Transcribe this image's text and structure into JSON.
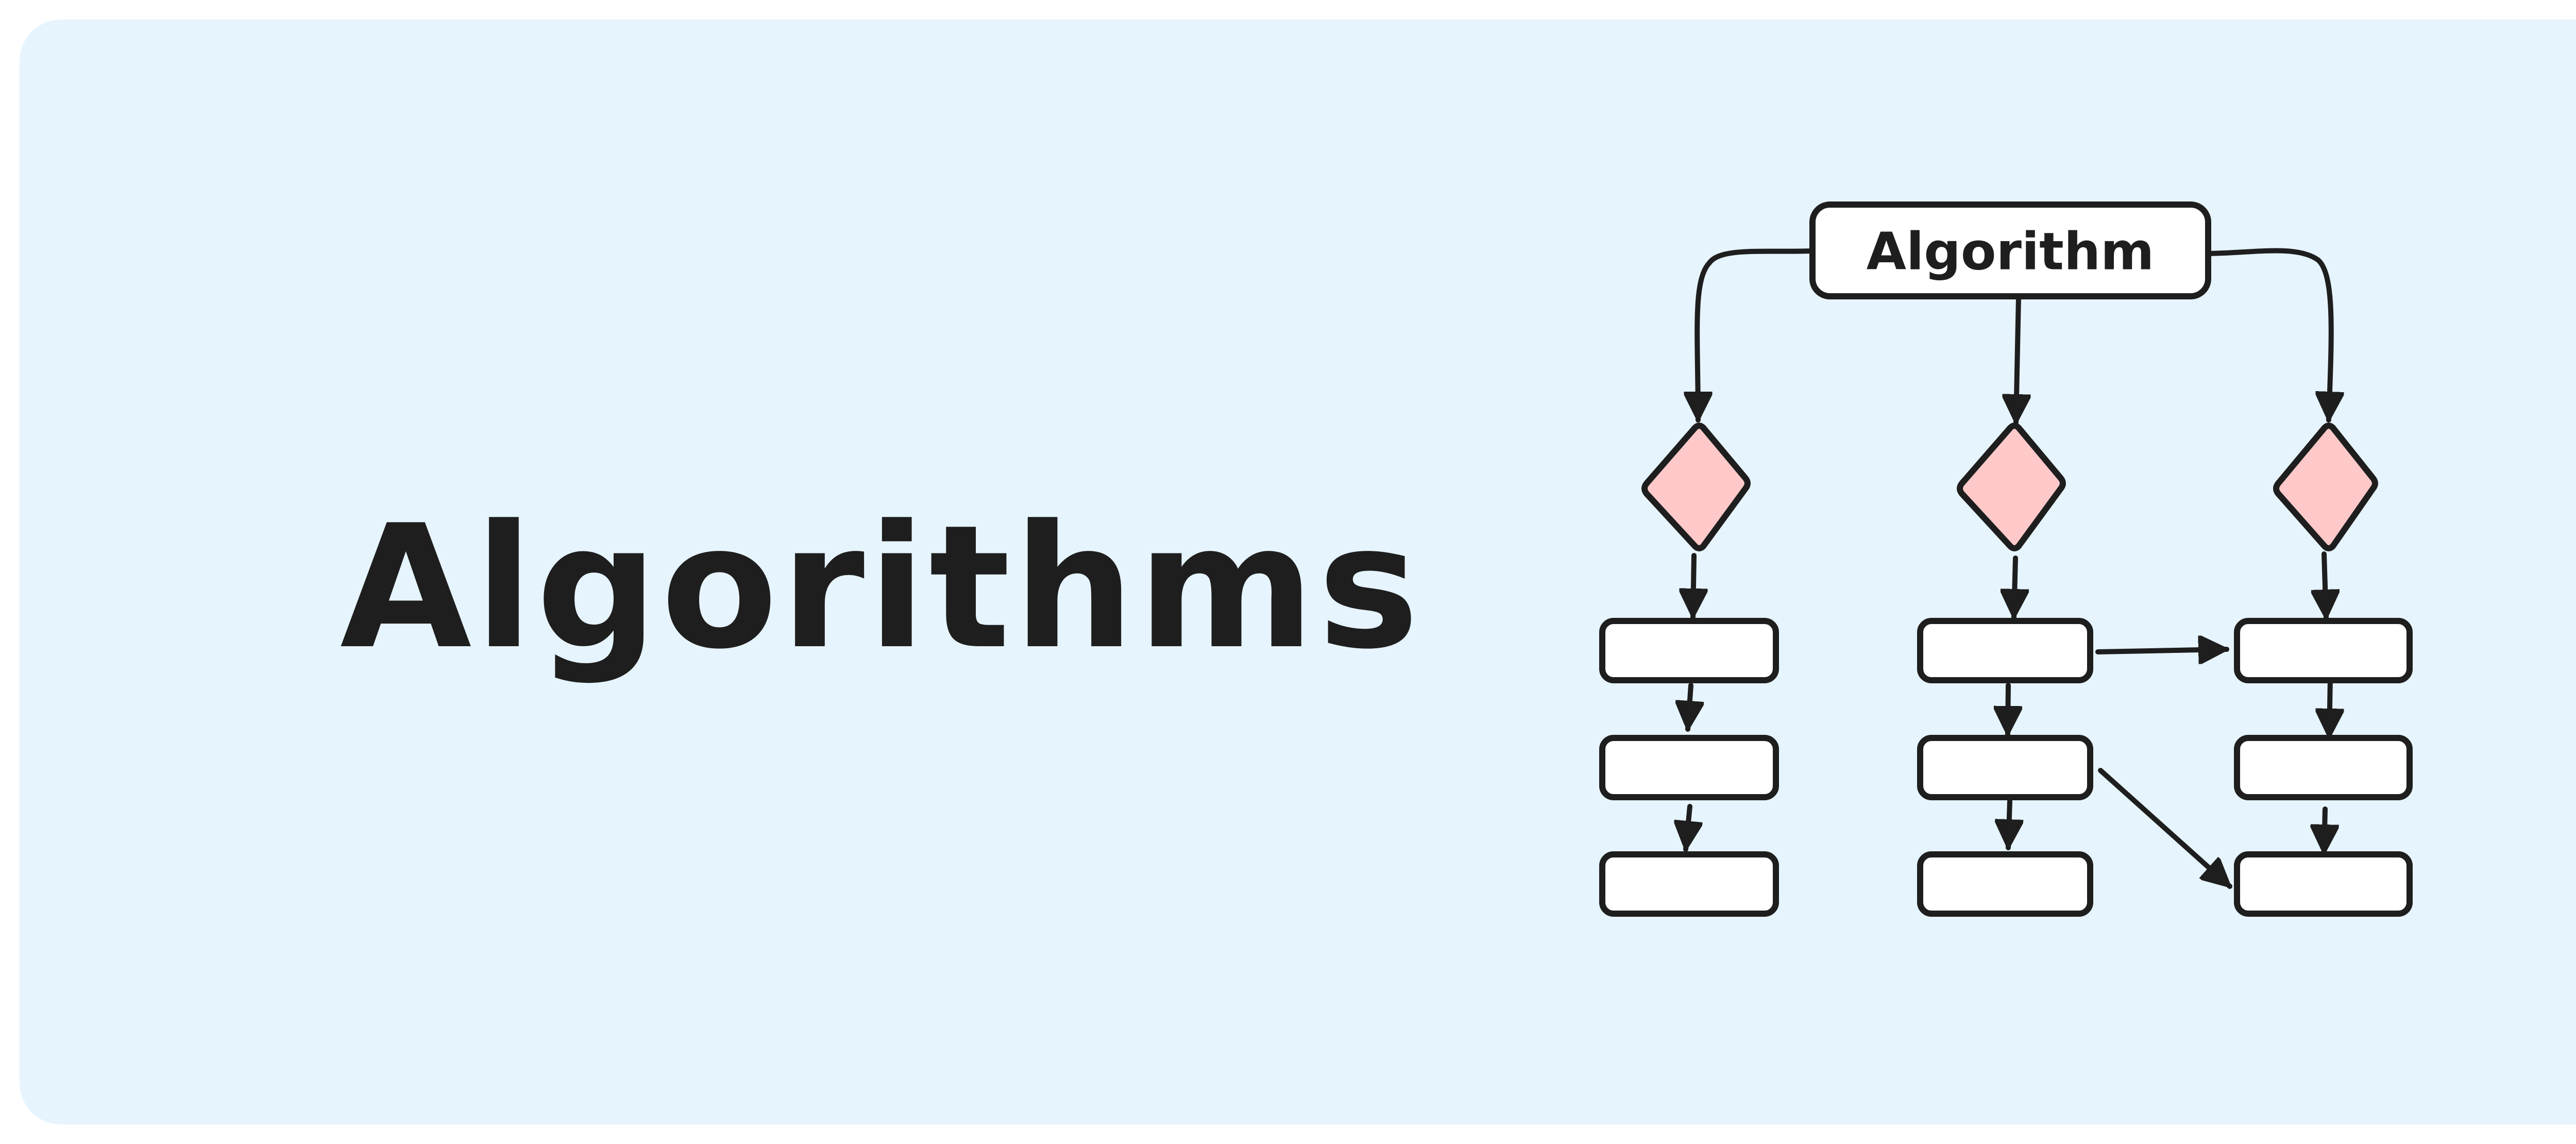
{
  "colors": {
    "background": "#E6F4FD",
    "ink": "#1E1E1E",
    "box_fill": "#FFFFFF",
    "diamond_fill": "#FFC9C9"
  },
  "title": "Algorithms",
  "diagram": {
    "root_label": "Algorithm",
    "branches": [
      {
        "decision": {
          "label": ""
        },
        "steps": [
          {
            "label": ""
          },
          {
            "label": ""
          },
          {
            "label": ""
          }
        ]
      },
      {
        "decision": {
          "label": ""
        },
        "steps": [
          {
            "label": ""
          },
          {
            "label": ""
          },
          {
            "label": ""
          }
        ]
      },
      {
        "decision": {
          "label": ""
        },
        "steps": [
          {
            "label": ""
          },
          {
            "label": ""
          },
          {
            "label": ""
          }
        ]
      }
    ],
    "cross_links": [
      {
        "from": "branch-2-step-1",
        "to": "branch-3-step-1"
      },
      {
        "from": "branch-2-step-2",
        "to": "branch-3-step-3"
      }
    ]
  }
}
